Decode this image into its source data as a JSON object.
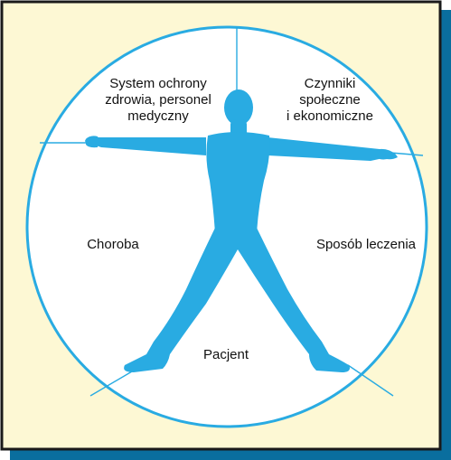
{
  "colors": {
    "panel_bg": "#fdf8d4",
    "panel_border": "#1a1a1a",
    "shadow": "#0a6e9e",
    "circle_stroke": "#29abe2",
    "figure_fill": "#29abe2",
    "circle_fill": "#ffffff"
  },
  "labels": {
    "top_left": [
      "System ochrony",
      "zdrowia, personel",
      "medyczny"
    ],
    "top_right": [
      "Czynniki",
      "społeczne",
      "i ekonomiczne"
    ],
    "left": [
      "Choroba"
    ],
    "right": [
      "Sposób leczenia"
    ],
    "bottom": [
      "Pacjent"
    ]
  },
  "figure": {
    "icon": "human-figure-icon"
  }
}
